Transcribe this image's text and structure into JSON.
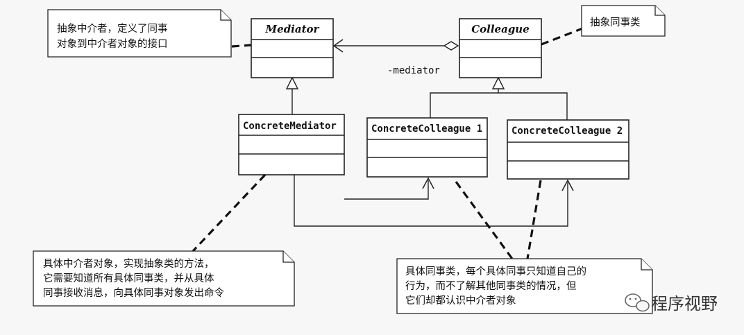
{
  "classes": {
    "mediator": "Mediator",
    "colleague": "Colleague",
    "concrete_mediator": "ConcreteMediator",
    "concrete_colleague_1": "ConcreteColleague 1",
    "concrete_colleague_2": "ConcreteColleague 2"
  },
  "role_label": "-mediator",
  "notes": {
    "mediator_note": [
      "抽象中介者，定义了同事",
      "对象到中介者对象的接口"
    ],
    "colleague_note": [
      "抽象同事类"
    ],
    "concrete_mediator_note": [
      "具体中介者对象，实现抽象类的方法，",
      "它需要知道所有具体同事类，并从具体",
      "同事接收消息，向具体同事对象发出命令"
    ],
    "concrete_colleague_note": [
      "具体同事类，每个具体同事只知道自己的",
      "行为，而不了解其他同事类的情况，但",
      "它们却都认识中介者对象"
    ]
  },
  "watermark": {
    "text": "程序视野",
    "icon": "wechat-icon"
  }
}
